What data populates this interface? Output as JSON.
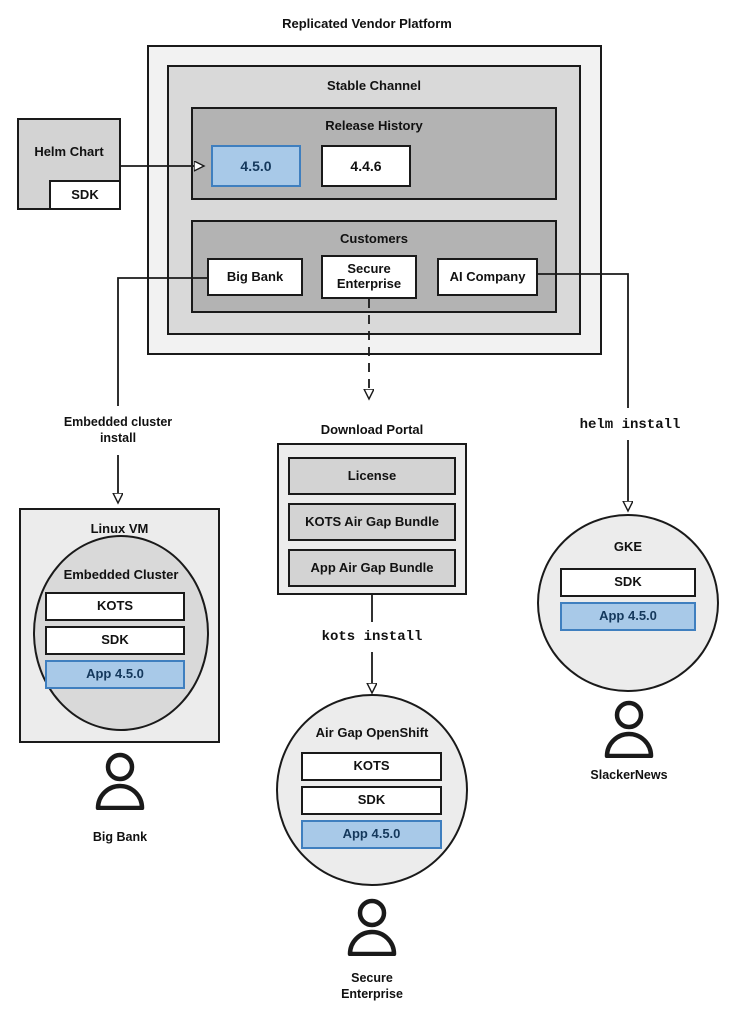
{
  "diagram": {
    "title": "Replicated Vendor Platform",
    "colors": {
      "accent_blue_fill": "#a8c9e8",
      "accent_blue_border": "#3f7fbf",
      "accent_blue_text": "#14385c",
      "outline": "#1a1a1a",
      "layer1_fill": "#f2f2f2",
      "layer2_fill": "#d9d9d9",
      "layer3_fill": "#b3b3b3",
      "white_fill": "#ffffff"
    }
  },
  "helm_chart": {
    "label": "Helm Chart",
    "sdk_label": "SDK"
  },
  "platform": {
    "stable_channel": {
      "label": "Stable Channel",
      "release_history": {
        "label": "Release History",
        "releases": [
          {
            "version": "4.5.0",
            "highlighted": true
          },
          {
            "version": "4.4.6",
            "highlighted": false
          }
        ]
      },
      "customers": {
        "label": "Customers",
        "items": [
          {
            "name": "Big Bank"
          },
          {
            "name": "Secure\nEnterprise"
          },
          {
            "name": "AI Company"
          }
        ]
      }
    }
  },
  "edges": {
    "embedded_cluster_install": "Embedded cluster\ninstall",
    "helm_install": "helm install",
    "kots_install": "kots install"
  },
  "download_portal": {
    "label": "Download Portal",
    "artifacts": [
      {
        "label": "License"
      },
      {
        "label": "KOTS Air Gap Bundle"
      },
      {
        "label": "App Air Gap Bundle"
      }
    ]
  },
  "targets": {
    "linux_vm": {
      "label": "Linux VM",
      "cluster": {
        "label": "Embedded Cluster",
        "components": [
          {
            "label": "KOTS",
            "highlighted": false
          },
          {
            "label": "SDK",
            "highlighted": false
          },
          {
            "label": "App 4.5.0",
            "highlighted": true
          }
        ]
      },
      "user": "Big Bank"
    },
    "air_gap_openshift": {
      "label": "Air Gap OpenShift",
      "components": [
        {
          "label": "KOTS",
          "highlighted": false
        },
        {
          "label": "SDK",
          "highlighted": false
        },
        {
          "label": "App 4.5.0",
          "highlighted": true
        }
      ],
      "user": "Secure\nEnterprise"
    },
    "gke": {
      "label": "GKE",
      "components": [
        {
          "label": "SDK",
          "highlighted": false
        },
        {
          "label": "App 4.5.0",
          "highlighted": true
        }
      ],
      "user": "SlackerNews"
    }
  },
  "icons": {
    "person": "person-icon"
  }
}
